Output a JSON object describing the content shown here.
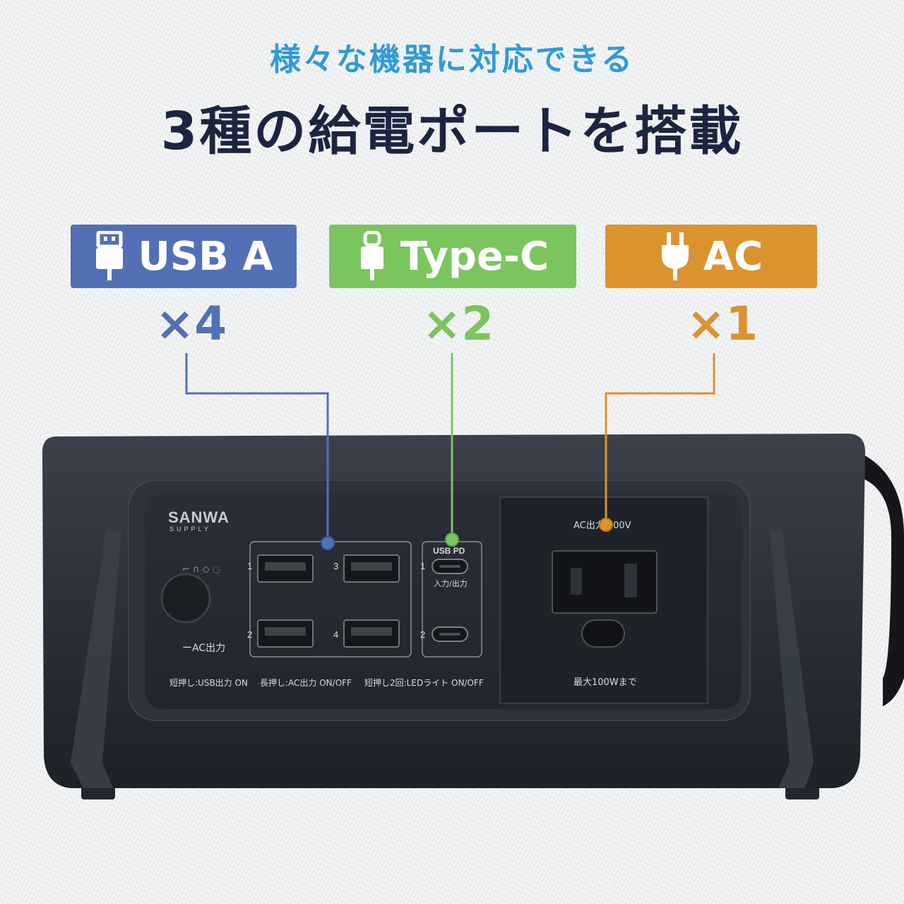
{
  "header": {
    "subtitle": "様々な機器に対応できる",
    "title": "3種の給電ポートを搭載"
  },
  "ports": {
    "usb_a": {
      "label": "USB A",
      "count": "×4",
      "color": "#5270b5",
      "icon": "usb-a-plug-icon"
    },
    "type_c": {
      "label": "Type-C",
      "count": "×2",
      "color": "#7ac55e",
      "icon": "usb-c-plug-icon"
    },
    "ac": {
      "label": "AC",
      "count": "×1",
      "color": "#db932f",
      "icon": "ac-plug-icon"
    }
  },
  "device": {
    "brand_line1": "SANWA",
    "brand_line2": "SUPPLY",
    "usb_port_numbers": [
      "1",
      "3",
      "2",
      "4"
    ],
    "usb_pd_label": "USB PD",
    "usbc_numbers": [
      "1",
      "2"
    ],
    "usbc_io_label": "入力/出力",
    "power_button_label": "ーAC出力",
    "ac_output_label": "AC出力 100V",
    "ac_max_label": "最大100Wまで",
    "instructions": {
      "short_press": "短押し:USB出力 ON",
      "long_press": "長押し:AC出力 ON/OFF",
      "double_press": "短押し2回:LEDライト ON/OFF"
    }
  }
}
